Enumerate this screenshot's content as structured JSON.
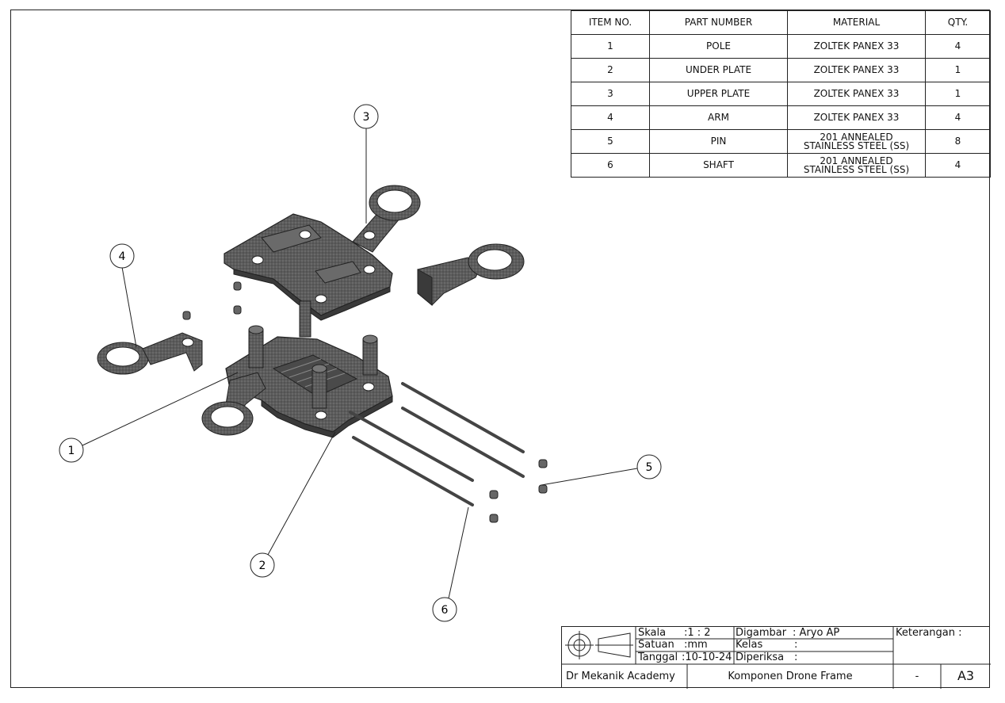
{
  "bom": {
    "headers": [
      "ITEM NO.",
      "PART NUMBER",
      "MATERIAL",
      "QTY."
    ],
    "rows": [
      {
        "item": "1",
        "part": "POLE",
        "material": "ZOLTEK PANEX 33",
        "qty": "4"
      },
      {
        "item": "2",
        "part": "UNDER PLATE",
        "material": "ZOLTEK PANEX 33",
        "qty": "1"
      },
      {
        "item": "3",
        "part": "UPPER PLATE",
        "material": "ZOLTEK PANEX 33",
        "qty": "1"
      },
      {
        "item": "4",
        "part": "ARM",
        "material": "ZOLTEK PANEX 33",
        "qty": "4"
      },
      {
        "item": "5",
        "part": "PIN",
        "material": "201 ANNEALED STAINLESS STEEL (SS)",
        "qty": "8"
      },
      {
        "item": "6",
        "part": "SHAFT",
        "material": "201 ANNEALED STAINLESS STEEL (SS)",
        "qty": "4"
      }
    ]
  },
  "balloons": [
    "1",
    "2",
    "3",
    "4",
    "5",
    "6"
  ],
  "title_block": {
    "skala_label": "Skala",
    "skala_value": ":1 : 2",
    "satuan_label": "Satuan",
    "satuan_value": ":mm",
    "tanggal_label": "Tanggal",
    "tanggal_value": ":10-10-24",
    "digambar_label": "Digambar",
    "digambar_value": ": Aryo AP",
    "kelas_label": "Kelas",
    "kelas_value": ":",
    "diperiksa_label": "Diperiksa",
    "diperiksa_value": ":",
    "keterangan_label": "Keterangan :",
    "company": "Dr Mekanik Academy",
    "drawing_title": "Komponen Drone Frame",
    "dash": "-",
    "sheet_size": "A3"
  },
  "colors": {
    "part_fill": "#5a5a5a",
    "part_dark": "#3a3a3a",
    "line": "#222222"
  }
}
